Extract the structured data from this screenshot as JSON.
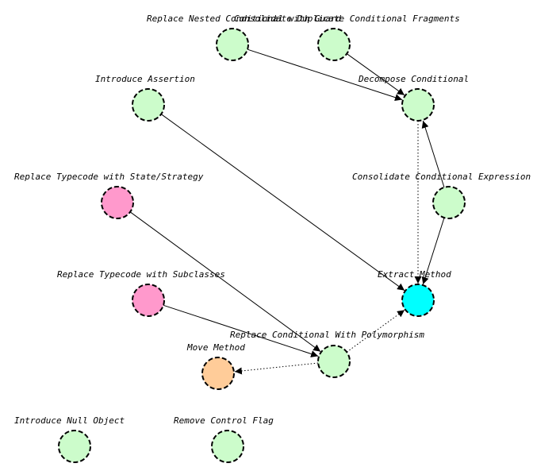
{
  "colors": {
    "green": "#ccfccb",
    "pink": "#ff99cc",
    "cyan": "#00ffff",
    "orange": "#ffcc99"
  },
  "nodes": [
    {
      "id": "replace-nested",
      "label": "Replace Nested Conditional with Guard",
      "color": "green"
    },
    {
      "id": "consolidate-duplicate",
      "label": "Consolidate Duplicate Conditional Fragments",
      "color": "green"
    },
    {
      "id": "introduce-assertion",
      "label": "Introduce Assertion",
      "color": "green"
    },
    {
      "id": "decompose-conditional",
      "label": "Decompose Conditional",
      "color": "green"
    },
    {
      "id": "replace-typecode-state",
      "label": "Replace Typecode with State/Strategy",
      "color": "pink"
    },
    {
      "id": "consolidate-expression",
      "label": "Consolidate Conditional Expression",
      "color": "green"
    },
    {
      "id": "replace-typecode-subclasses",
      "label": "Replace Typecode with Subclasses",
      "color": "pink"
    },
    {
      "id": "extract-method",
      "label": "Extract Method",
      "color": "cyan"
    },
    {
      "id": "replace-conditional-polymorphism",
      "label": "Replace Conditional With Polymorphism",
      "color": "green"
    },
    {
      "id": "move-method",
      "label": "Move Method",
      "color": "orange"
    },
    {
      "id": "introduce-null-object",
      "label": "Introduce Null Object",
      "color": "green"
    },
    {
      "id": "remove-control-flag",
      "label": "Remove Control Flag",
      "color": "green"
    }
  ],
  "edges": [
    {
      "from": "replace-nested",
      "to": "decompose-conditional",
      "style": "solid"
    },
    {
      "from": "consolidate-duplicate",
      "to": "decompose-conditional",
      "style": "solid"
    },
    {
      "from": "consolidate-expression",
      "to": "decompose-conditional",
      "style": "solid"
    },
    {
      "from": "introduce-assertion",
      "to": "extract-method",
      "style": "solid"
    },
    {
      "from": "consolidate-expression",
      "to": "extract-method",
      "style": "solid"
    },
    {
      "from": "decompose-conditional",
      "to": "extract-method",
      "style": "dotted"
    },
    {
      "from": "replace-typecode-state",
      "to": "replace-conditional-polymorphism",
      "style": "solid"
    },
    {
      "from": "replace-typecode-subclasses",
      "to": "replace-conditional-polymorphism",
      "style": "solid"
    },
    {
      "from": "replace-conditional-polymorphism",
      "to": "extract-method",
      "style": "dotted"
    },
    {
      "from": "replace-conditional-polymorphism",
      "to": "move-method",
      "style": "dotted"
    }
  ]
}
